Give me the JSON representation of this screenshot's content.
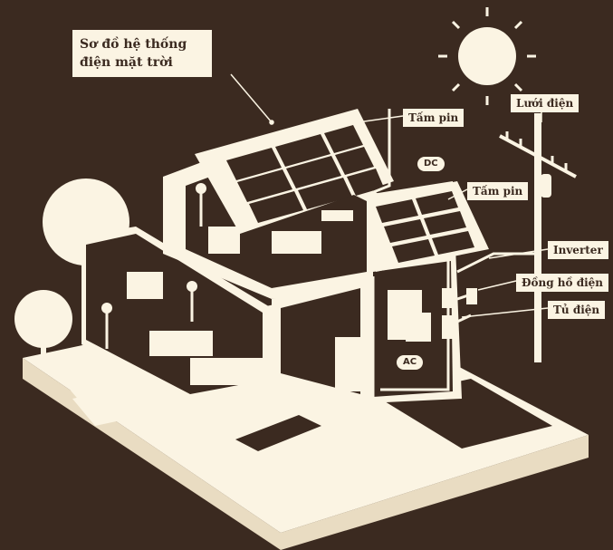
{
  "title": {
    "line1": "Sơ đồ hệ thống",
    "line2": "điện mặt trời"
  },
  "labels": {
    "panel_top": "Tấm pin",
    "panel_right": "Tấm pin",
    "grid": "Lưới điện",
    "inverter": "Inverter",
    "meter": "Đồng hồ điện",
    "cabinet": "Tủ điện",
    "dc": "DC",
    "ac": "AC"
  },
  "colors": {
    "background": "#3b2a20",
    "foreground": "#fbf4e3"
  },
  "icons": [
    "sun-icon",
    "utility-pole-icon",
    "tree-icon",
    "solar-panel-icon",
    "house-icon"
  ]
}
